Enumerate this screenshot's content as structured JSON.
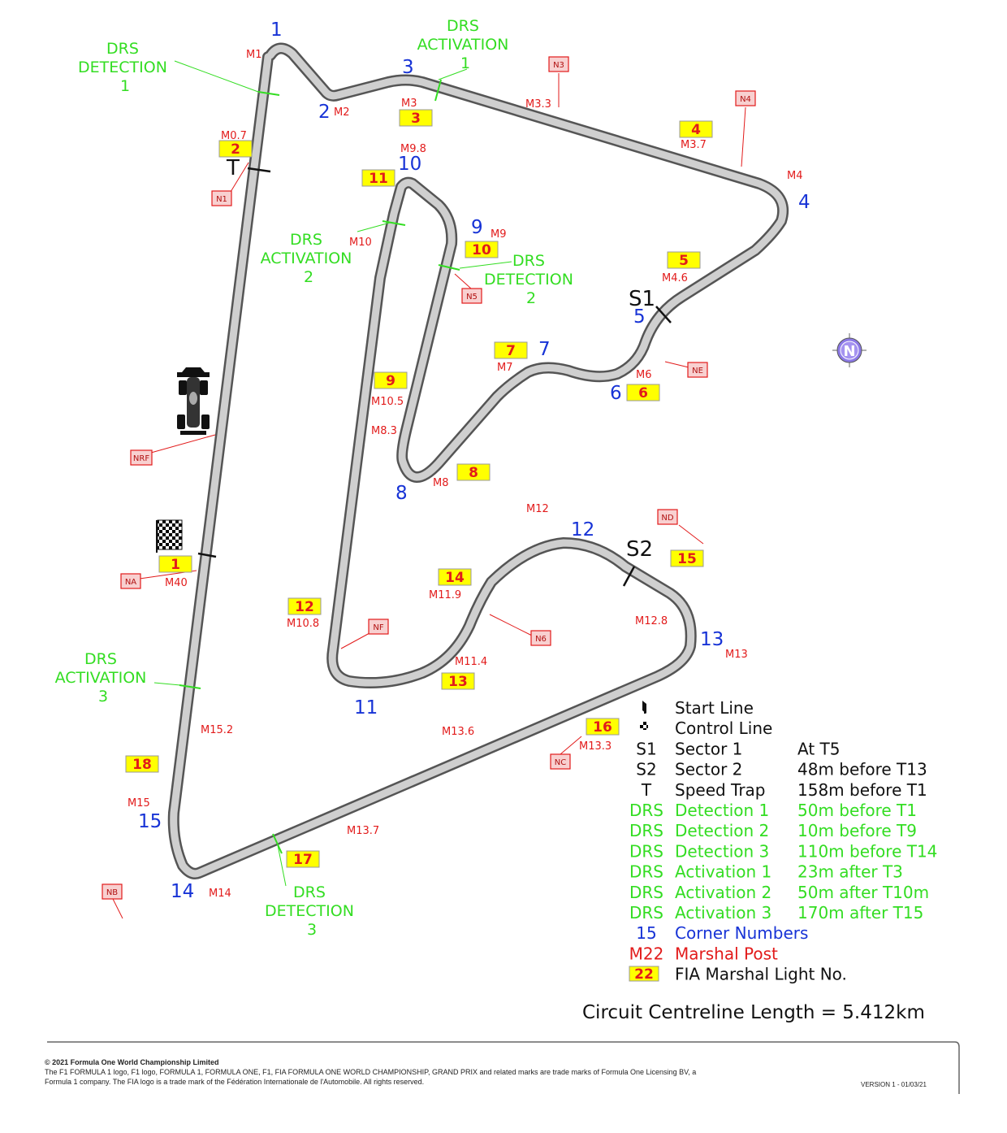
{
  "drs_labels": [
    {
      "id": "detection-1",
      "lines": [
        "DRS",
        "DETECTION",
        "1"
      ]
    },
    {
      "id": "activation-1",
      "lines": [
        "DRS",
        "ACTIVATION",
        "1"
      ]
    },
    {
      "id": "activation-2",
      "lines": [
        "DRS",
        "ACTIVATION",
        "2"
      ]
    },
    {
      "id": "detection-2",
      "lines": [
        "DRS",
        "DETECTION",
        "2"
      ]
    },
    {
      "id": "activation-3",
      "lines": [
        "DRS",
        "ACTIVATION",
        "3"
      ]
    },
    {
      "id": "detection-3",
      "lines": [
        "DRS",
        "DETECTION",
        "3"
      ]
    }
  ],
  "corners": [
    "1",
    "2",
    "3",
    "4",
    "5",
    "6",
    "7",
    "8",
    "9",
    "10",
    "11",
    "12",
    "13",
    "14",
    "15"
  ],
  "marshal_posts": [
    "M1",
    "M2",
    "M3",
    "M3.3",
    "M3.7",
    "M4",
    "M0.7",
    "M9.8",
    "M10",
    "M9",
    "M4.6",
    "M6",
    "M7",
    "M10.5",
    "M8.3",
    "M8",
    "M12",
    "M11.9",
    "M10.8",
    "M40",
    "M12.8",
    "M13",
    "M11.4",
    "M15.2",
    "M13.6",
    "M13.3",
    "M15",
    "M13.7",
    "M14"
  ],
  "marshal_lights": [
    "1",
    "2",
    "3",
    "4",
    "5",
    "6",
    "7",
    "8",
    "9",
    "10",
    "11",
    "12",
    "13",
    "14",
    "15",
    "16",
    "17",
    "18"
  ],
  "red_posts": [
    "N1",
    "N3",
    "N4",
    "N5",
    "NE",
    "NRF",
    "NA",
    "NF",
    "N6",
    "ND",
    "NC",
    "NB"
  ],
  "sectors": {
    "s1": "S1",
    "s2": "S2",
    "trap": "T"
  },
  "compass": "N",
  "legend": [
    {
      "symbol": "",
      "label": "Start Line",
      "value": "",
      "color": "black"
    },
    {
      "symbol": "",
      "label": "Control Line",
      "value": "",
      "color": "black"
    },
    {
      "symbol": "S1",
      "label": "Sector 1",
      "value": "At T5",
      "color": "black"
    },
    {
      "symbol": "S2",
      "label": "Sector 2",
      "value": "48m before T13",
      "color": "black"
    },
    {
      "symbol": "T",
      "label": "Speed Trap",
      "value": "158m before T1",
      "color": "black"
    },
    {
      "symbol": "DRS",
      "label": "Detection 1",
      "value": "50m before T1",
      "color": "green"
    },
    {
      "symbol": "DRS",
      "label": "Detection 2",
      "value": "10m before T9",
      "color": "green"
    },
    {
      "symbol": "DRS",
      "label": "Detection 3",
      "value": "110m before T14",
      "color": "green"
    },
    {
      "symbol": "DRS",
      "label": "Activation 1",
      "value": "23m after T3",
      "color": "green"
    },
    {
      "symbol": "DRS",
      "label": "Activation 2",
      "value": "50m after T10m",
      "color": "green"
    },
    {
      "symbol": "DRS",
      "label": "Activation 3",
      "value": "170m after T15",
      "color": "green"
    },
    {
      "symbol": "15",
      "label": "Corner Numbers",
      "value": "",
      "color": "blue"
    },
    {
      "symbol": "M22",
      "label": "Marshal Post",
      "value": "",
      "color": "red"
    },
    {
      "symbol": "22",
      "label": "FIA Marshal Light No.",
      "value": "",
      "color": "black"
    }
  ],
  "circuit_length": "Circuit Centreline Length = 5.412km",
  "footer": {
    "copyright": "© 2021 Formula One World Championship Limited",
    "line1": "The F1 FORMULA 1 logo, F1 logo, FORMULA 1, FORMULA ONE, F1, FIA FORMULA ONE WORLD CHAMPIONSHIP, GRAND PRIX and related marks are trade marks of Formula One Licensing BV, a",
    "line2": "Formula 1 company. The FIA logo is a trade mark of the Fédération Internationale de l'Automobile. All rights reserved.",
    "version": "VERSION 1 - 01/03/21"
  }
}
